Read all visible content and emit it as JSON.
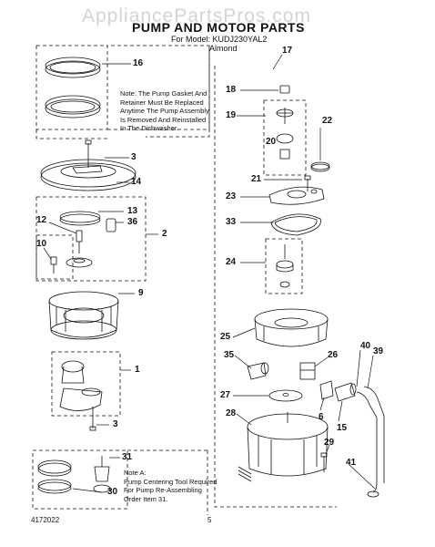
{
  "watermark": "AppliancePartsPros.com",
  "header": {
    "title": "PUMP AND MOTOR PARTS",
    "model_line": "For Model: KUDJ230YAL2",
    "color_line": "Almond"
  },
  "notes": {
    "gasket_note": [
      "Note: The Pump Gasket  And",
      "Retainer Must Be Replaced",
      "Anytime The Pump Assembly",
      "Is  Removed And Reinstalled",
      "In  The Dishwasher."
    ],
    "tool_note": [
      "Note A:",
      "Pump Centering Tool Required",
      "For Pump Re-Assembling",
      "Order Item 31."
    ]
  },
  "callouts": {
    "c16": "16",
    "c17": "17",
    "c18": "18",
    "c19": "19",
    "c20": "20",
    "c22": "22",
    "c3a": "3",
    "c14": "14",
    "c21": "21",
    "c23": "23",
    "c13": "13",
    "c12": "12",
    "c36": "36",
    "c2": "2",
    "c33": "33",
    "c10": "10",
    "c24": "24",
    "c9": "9",
    "c25": "25",
    "c40": "40",
    "c39": "39",
    "c35": "35",
    "c26": "26",
    "c1": "1",
    "c27": "27",
    "c6": "6",
    "c15": "15",
    "c3b": "3",
    "c28": "28",
    "c29": "29",
    "c31": "31",
    "c41": "41",
    "c30": "30"
  },
  "footer": {
    "doc_number": "4172022",
    "page_number": "5"
  }
}
